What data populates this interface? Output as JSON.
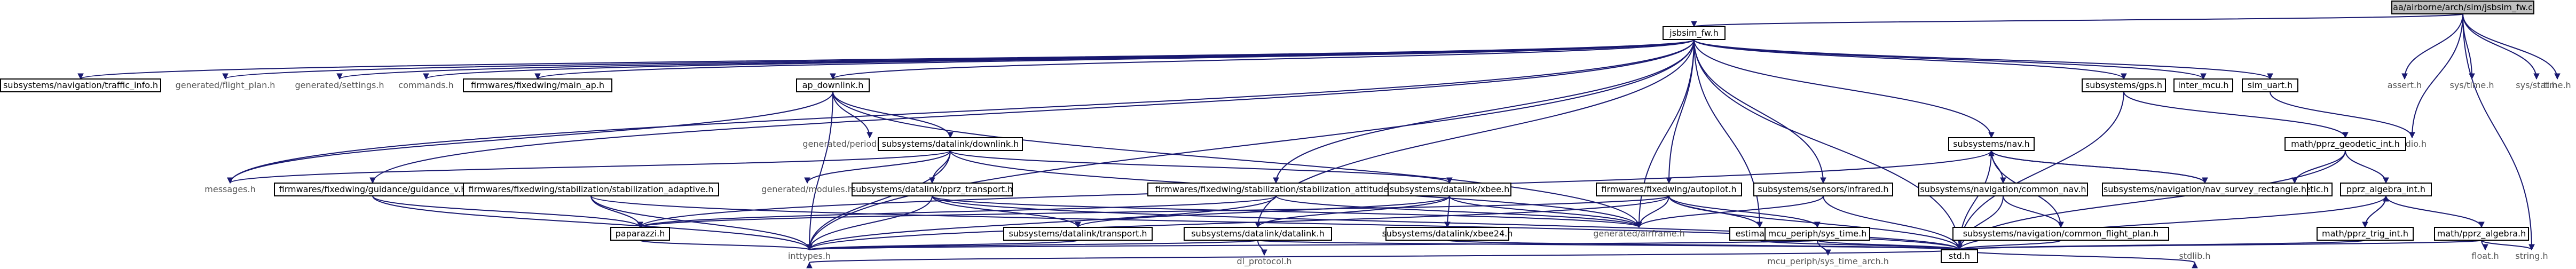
{
  "colors": {
    "edge": "#191970",
    "root_fill": "#bfbfbf",
    "box_border": "#000000",
    "text": "#000000",
    "plain_text": "#555555",
    "background": "#ffffff"
  },
  "nodes": [
    {
      "id": "root",
      "label": "aa/airborne/arch/sim/jsbsim_fw.c",
      "style": "root"
    },
    {
      "id": "jsbsim_fw_h",
      "label": "jsbsim_fw.h",
      "style": "box"
    },
    {
      "id": "assert_h",
      "label": "assert.h",
      "style": "plain"
    },
    {
      "id": "sys_time_h",
      "label": "sys/time.h",
      "style": "plain"
    },
    {
      "id": "sys_stat_h",
      "label": "sys/stat.h",
      "style": "plain"
    },
    {
      "id": "time_h",
      "label": "time.h",
      "style": "plain"
    },
    {
      "id": "traffic_info",
      "label": "subsystems/navigation/traffic_info.h",
      "style": "box"
    },
    {
      "id": "flight_plan",
      "label": "generated/flight_plan.h",
      "style": "plain"
    },
    {
      "id": "settings",
      "label": "generated/settings.h",
      "style": "plain"
    },
    {
      "id": "commands",
      "label": "commands.h",
      "style": "plain"
    },
    {
      "id": "main_ap",
      "label": "firmwares/fixedwing/main_ap.h",
      "style": "box"
    },
    {
      "id": "ap_downlink",
      "label": "ap_downlink.h",
      "style": "box"
    },
    {
      "id": "gps",
      "label": "subsystems/gps.h",
      "style": "box"
    },
    {
      "id": "inter_mcu",
      "label": "inter_mcu.h",
      "style": "box"
    },
    {
      "id": "sim_uart",
      "label": "sim_uart.h",
      "style": "box"
    },
    {
      "id": "periodic_telemetry",
      "label": "generated/periodic_telemetry.h",
      "style": "plain"
    },
    {
      "id": "dl_downlink",
      "label": "subsystems/datalink/downlink.h",
      "style": "box"
    },
    {
      "id": "nav",
      "label": "subsystems/nav.h",
      "style": "box"
    },
    {
      "id": "stdio_h",
      "label": "stdio.h",
      "style": "plain"
    },
    {
      "id": "geodetic_int",
      "label": "math/pprz_geodetic_int.h",
      "style": "box"
    },
    {
      "id": "geodetic",
      "label": "pprz_geodetic.h",
      "style": "box"
    },
    {
      "id": "algebra_int",
      "label": "pprz_algebra_int.h",
      "style": "box"
    },
    {
      "id": "trig_int",
      "label": "math/pprz_trig_int.h",
      "style": "box"
    },
    {
      "id": "algebra",
      "label": "math/pprz_algebra.h",
      "style": "box"
    },
    {
      "id": "float_h",
      "label": "float.h",
      "style": "plain"
    },
    {
      "id": "string_h",
      "label": "string.h",
      "style": "plain"
    },
    {
      "id": "messages",
      "label": "messages.h",
      "style": "plain"
    },
    {
      "id": "guidance_v",
      "label": "firmwares/fixedwing/guidance/guidance_v.h",
      "style": "box"
    },
    {
      "id": "stab_adaptive",
      "label": "firmwares/fixedwing/stabilization/stabilization_adaptive.h",
      "style": "box"
    },
    {
      "id": "modules",
      "label": "generated/modules.h",
      "style": "plain"
    },
    {
      "id": "pprz_transport",
      "label": "subsystems/datalink/pprz_transport.h",
      "style": "box"
    },
    {
      "id": "stab_attitude",
      "label": "firmwares/fixedwing/stabilization/stabilization_attitude.h",
      "style": "box"
    },
    {
      "id": "xbee",
      "label": "subsystems/datalink/xbee.h",
      "style": "box"
    },
    {
      "id": "autopilot",
      "label": "firmwares/fixedwing/autopilot.h",
      "style": "box"
    },
    {
      "id": "infrared",
      "label": "subsystems/sensors/infrared.h",
      "style": "box"
    },
    {
      "id": "common_nav",
      "label": "subsystems/navigation/common_nav.h",
      "style": "box"
    },
    {
      "id": "nav_survey",
      "label": "subsystems/navigation/nav_survey_rectangle.h",
      "style": "box"
    },
    {
      "id": "paparazzi",
      "label": "paparazzi.h",
      "style": "box"
    },
    {
      "id": "dl_transport",
      "label": "subsystems/datalink/transport.h",
      "style": "box"
    },
    {
      "id": "datalink",
      "label": "subsystems/datalink/datalink.h",
      "style": "box"
    },
    {
      "id": "xbee24",
      "label": "subsystems/datalink/xbee24.h",
      "style": "box"
    },
    {
      "id": "airframe",
      "label": "generated/airframe.h",
      "style": "plain"
    },
    {
      "id": "estimator",
      "label": "estimator.h",
      "style": "box"
    },
    {
      "id": "mcu_sys_time",
      "label": "mcu_periph/sys_time.h",
      "style": "box"
    },
    {
      "id": "common_flight_plan",
      "label": "subsystems/navigation/common_flight_plan.h",
      "style": "box"
    },
    {
      "id": "inttypes_h",
      "label": "inttypes.h",
      "style": "plain"
    },
    {
      "id": "dl_protocol",
      "label": "dl_protocol.h",
      "style": "plain"
    },
    {
      "id": "sys_time_arch",
      "label": "mcu_periph/sys_time_arch.h",
      "style": "plain"
    },
    {
      "id": "std_h",
      "label": "std.h",
      "style": "box"
    },
    {
      "id": "stdlib_h",
      "label": "stdlib.h",
      "style": "plain"
    }
  ]
}
